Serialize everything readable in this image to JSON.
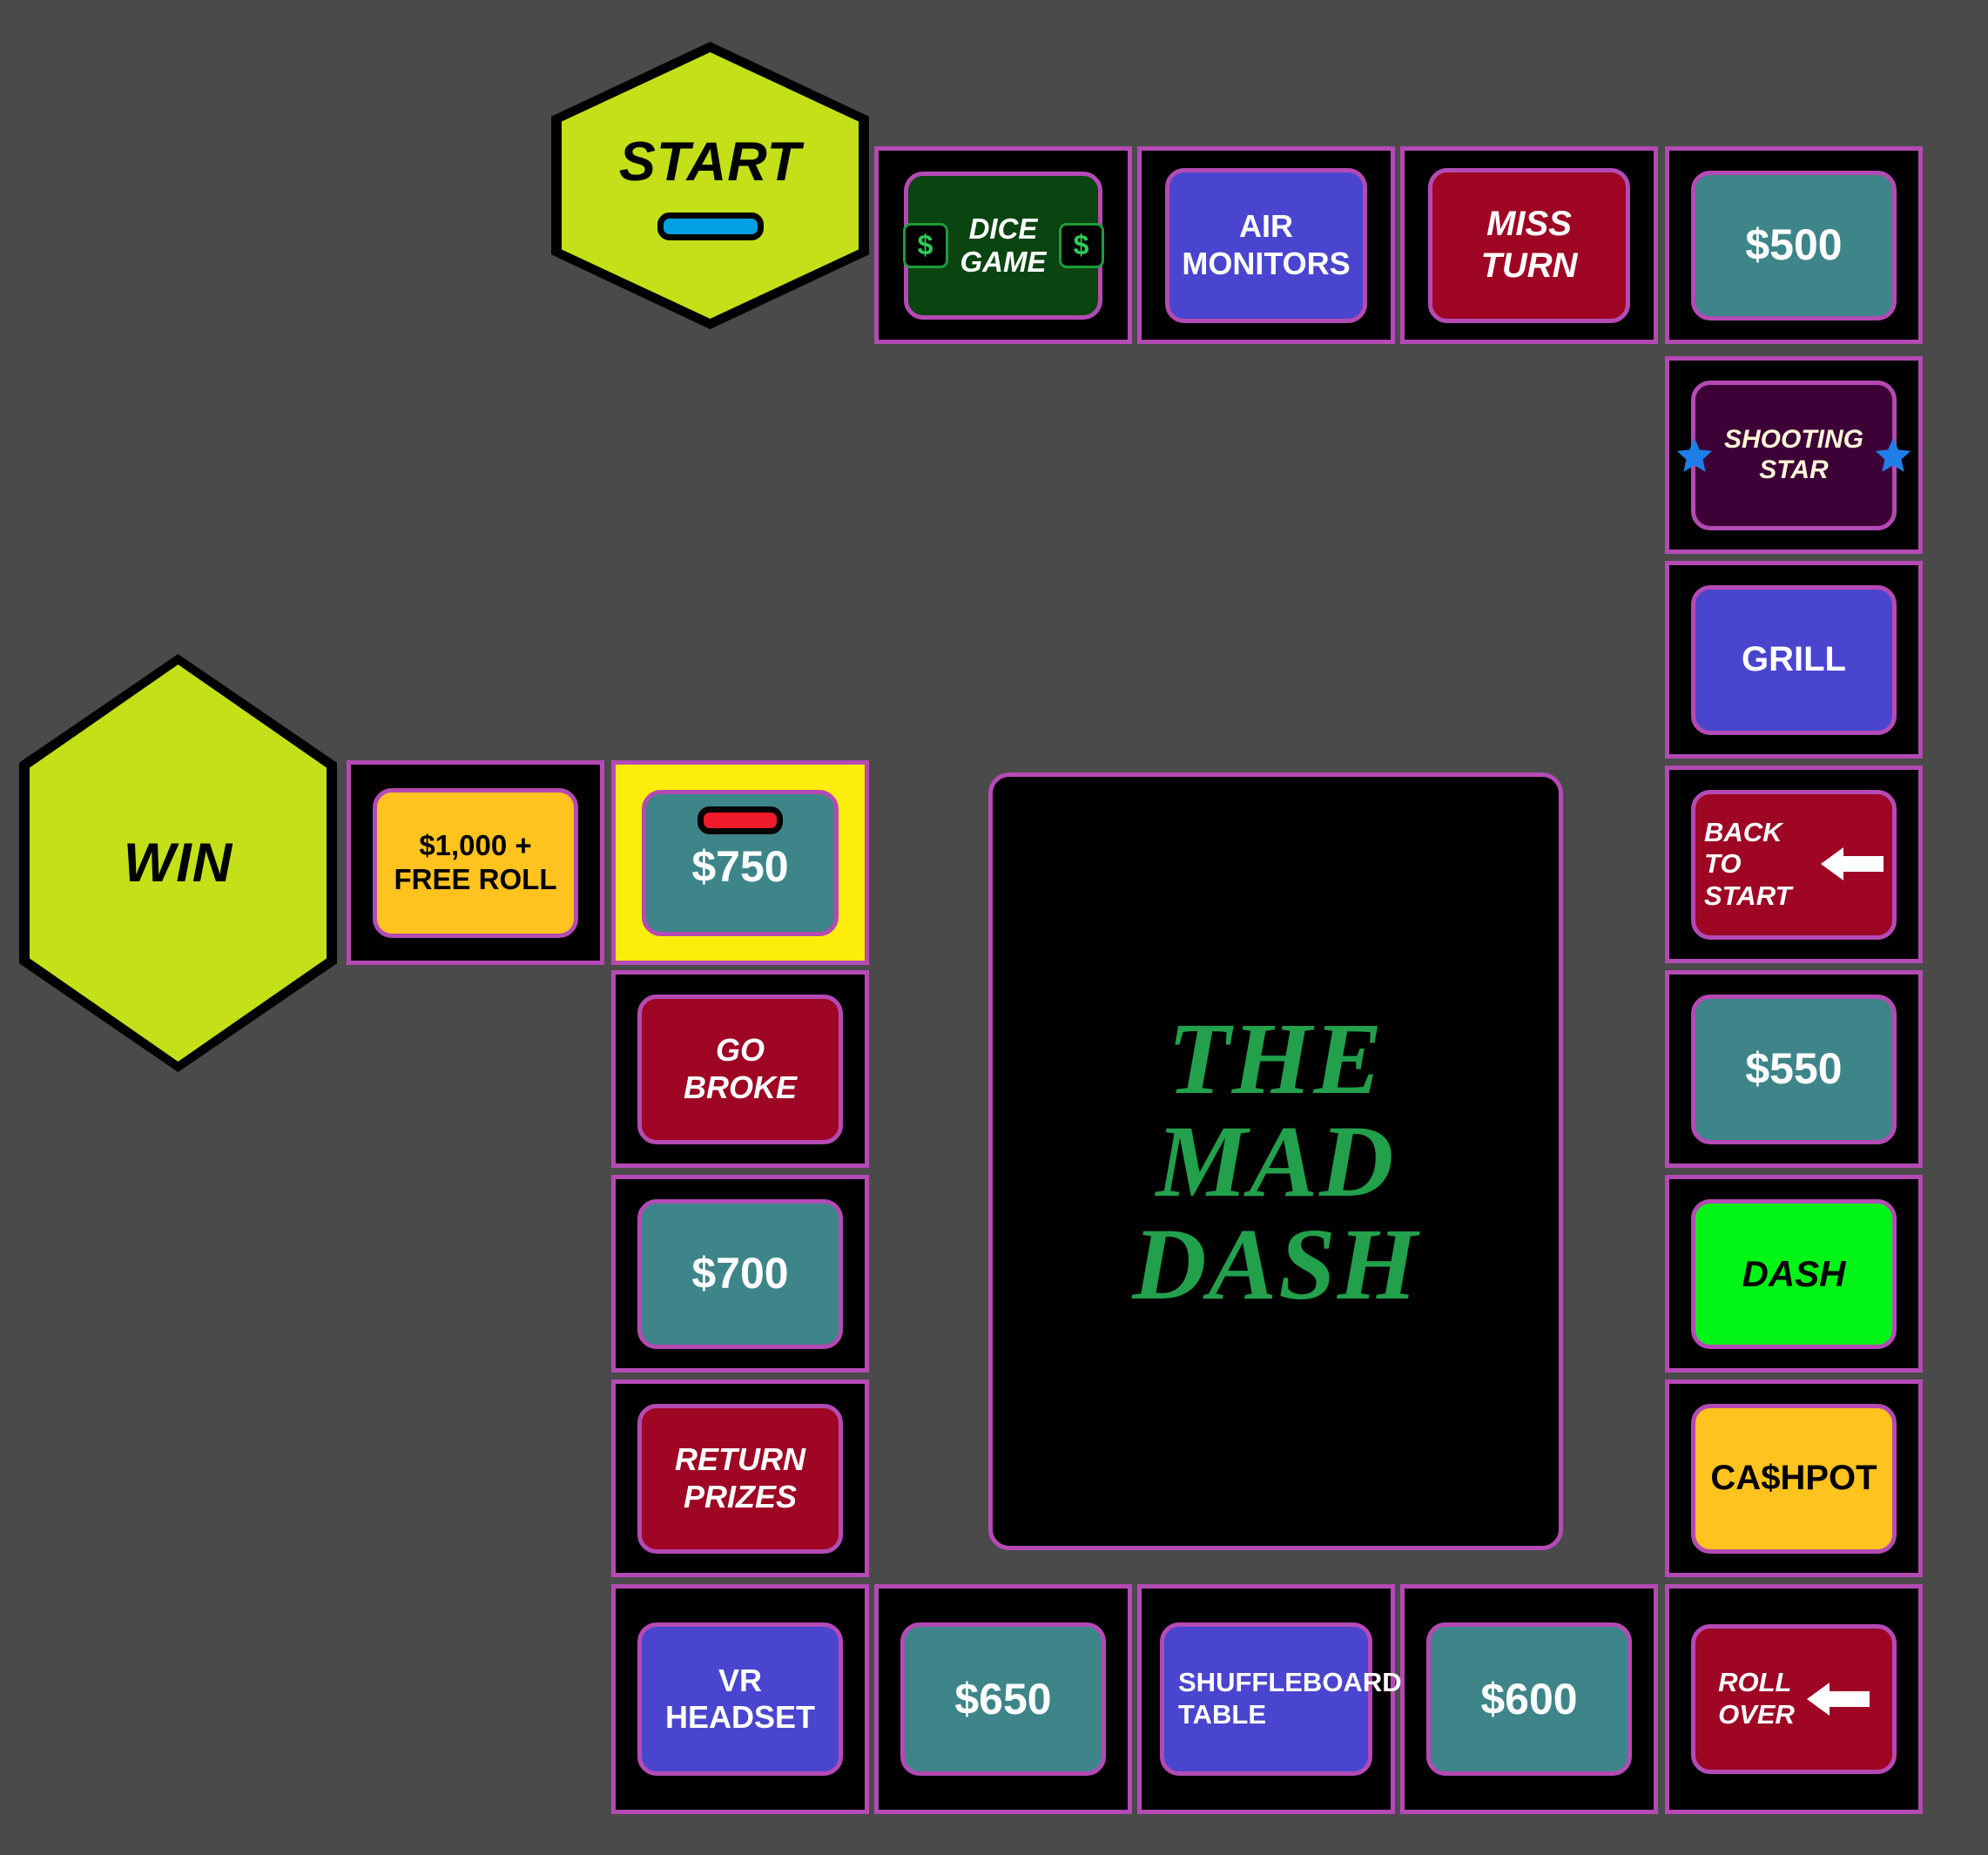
{
  "board": {
    "title_lines": [
      "THE",
      "MAD",
      "DASH"
    ],
    "background_color": "#4a4a4a",
    "border_color": "#b44ab4",
    "highlight_color": "#fcee0a"
  },
  "hexagons": [
    {
      "name": "start",
      "label": "START",
      "fill": "#c3e019",
      "token_color": "#00a0e4",
      "has_token": true
    },
    {
      "name": "win",
      "label": "WIN",
      "fill": "#c3e019",
      "token_color": "",
      "has_token": false
    }
  ],
  "spaces": [
    {
      "id": "dice-game",
      "label_lines": [
        "DICE",
        "GAME"
      ],
      "style": "dgreen",
      "text_style": "italic",
      "icon": "dollar-badge",
      "fill": "#0a4410"
    },
    {
      "id": "air-monitors",
      "label_lines": [
        "AIR",
        "MONITORS"
      ],
      "style": "blue",
      "text_style": "bold",
      "icon": "",
      "fill": "#4a45cf"
    },
    {
      "id": "miss-turn",
      "label_lines": [
        "MISS",
        "TURN"
      ],
      "style": "crimson",
      "text_style": "italic",
      "icon": "",
      "fill": "#9e0624"
    },
    {
      "id": "cash-500",
      "label_lines": [
        "$500"
      ],
      "style": "teal",
      "text_style": "bold",
      "icon": "",
      "fill": "#3e8589"
    },
    {
      "id": "shooting-star",
      "label_lines": [
        "SHOOTING",
        "STAR"
      ],
      "style": "purple",
      "text_style": "italic",
      "icon": "star",
      "fill": "#3d0036"
    },
    {
      "id": "grill",
      "label_lines": [
        "GRILL"
      ],
      "style": "blue",
      "text_style": "bold",
      "icon": "",
      "fill": "#4a45cf"
    },
    {
      "id": "back-to-start",
      "label_lines": [
        "BACK TO",
        "START"
      ],
      "style": "crimson",
      "text_style": "italic",
      "icon": "arrow-left",
      "fill": "#9e0624"
    },
    {
      "id": "cash-550",
      "label_lines": [
        "$550"
      ],
      "style": "teal",
      "text_style": "bold",
      "icon": "",
      "fill": "#3e8589"
    },
    {
      "id": "dash",
      "label_lines": [
        "DASH"
      ],
      "style": "green",
      "text_style": "italic",
      "icon": "",
      "fill": "#00f517"
    },
    {
      "id": "cashpot",
      "label_lines": [
        "CA$HPOT"
      ],
      "style": "gold",
      "text_style": "bold",
      "icon": "",
      "fill": "#ffc31f"
    },
    {
      "id": "roll-over",
      "label_lines": [
        "ROLL",
        "OVER"
      ],
      "style": "crimson",
      "text_style": "italic",
      "icon": "arrow-left",
      "fill": "#9e0624"
    },
    {
      "id": "cash-600",
      "label_lines": [
        "$600"
      ],
      "style": "teal",
      "text_style": "bold",
      "icon": "",
      "fill": "#3e8589"
    },
    {
      "id": "shuffleboard",
      "label_lines": [
        "SHUFFLEBOARD",
        "TABLE"
      ],
      "style": "blue",
      "text_style": "bold",
      "icon": "",
      "fill": "#4a45cf"
    },
    {
      "id": "cash-650",
      "label_lines": [
        "$650"
      ],
      "style": "teal",
      "text_style": "bold",
      "icon": "",
      "fill": "#3e8589"
    },
    {
      "id": "vr-headset",
      "label_lines": [
        "VR",
        "HEADSET"
      ],
      "style": "blue",
      "text_style": "bold",
      "icon": "",
      "fill": "#4a45cf"
    },
    {
      "id": "return-prizes",
      "label_lines": [
        "RETURN",
        "PRIZES"
      ],
      "style": "crimson",
      "text_style": "italic",
      "icon": "",
      "fill": "#9e0624"
    },
    {
      "id": "cash-700",
      "label_lines": [
        "$700"
      ],
      "style": "teal",
      "text_style": "bold",
      "icon": "",
      "fill": "#3e8589"
    },
    {
      "id": "go-broke",
      "label_lines": [
        "GO",
        "BROKE"
      ],
      "style": "crimson",
      "text_style": "italic",
      "icon": "",
      "fill": "#9e0624"
    },
    {
      "id": "cash-750",
      "label_lines": [
        "$750"
      ],
      "style": "teal",
      "text_style": "bold",
      "icon": "token",
      "fill": "#3e8589",
      "highlighted": true,
      "token_color": "#ef1b2b"
    },
    {
      "id": "cash-1000-free-roll",
      "label_lines": [
        "$1,000 +",
        "FREE ROLL"
      ],
      "style": "gold",
      "text_style": "bold",
      "icon": "",
      "fill": "#ffc31f"
    }
  ],
  "labels": {
    "dice_game_l1": "DICE",
    "dice_game_l2": "GAME",
    "dollar_sign": "$",
    "air_monitors_l1": "AIR",
    "air_monitors_l2": "MONITORS",
    "miss_turn_l1": "MISS",
    "miss_turn_l2": "TURN",
    "cash_500": "$500",
    "shooting_star_l1": "SHOOTING",
    "shooting_star_l2": "STAR",
    "grill": "GRILL",
    "back_to_start_l1": "BACK TO",
    "back_to_start_l2": "START",
    "cash_550": "$550",
    "dash": "DASH",
    "cashpot": "CA$HPOT",
    "roll_over_l1": "ROLL",
    "roll_over_l2": "OVER",
    "cash_600": "$600",
    "shuffleboard_l1": "SHUFFLEBOARD",
    "shuffleboard_l2": "TABLE",
    "cash_650": "$650",
    "vr_headset_l1": "VR",
    "vr_headset_l2": "HEADSET",
    "return_prizes_l1": "RETURN",
    "return_prizes_l2": "PRIZES",
    "cash_700": "$700",
    "go_broke_l1": "GO",
    "go_broke_l2": "BROKE",
    "cash_750": "$750",
    "free_roll_l1": "$1,000 +",
    "free_roll_l2": "FREE ROLL",
    "start": "START",
    "win": "WIN",
    "logo_1": "THE",
    "logo_2": "MAD",
    "logo_3": "DASH"
  }
}
